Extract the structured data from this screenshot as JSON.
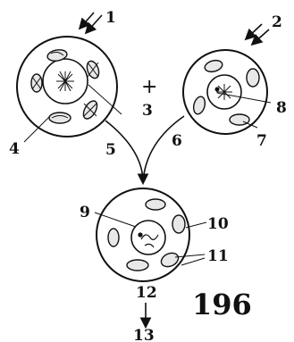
{
  "labels": {
    "l1": "1",
    "l2": "2",
    "l3": "3",
    "l4": "4",
    "l5": "5",
    "l6": "6",
    "l7": "7",
    "l8": "8",
    "l9": "9",
    "l10": "10",
    "l11": "11",
    "l12": "12",
    "l13": "13"
  },
  "plus_sign": "+",
  "page_number": "196",
  "colors": {
    "ink": "#111111",
    "background": "#ffffff"
  }
}
